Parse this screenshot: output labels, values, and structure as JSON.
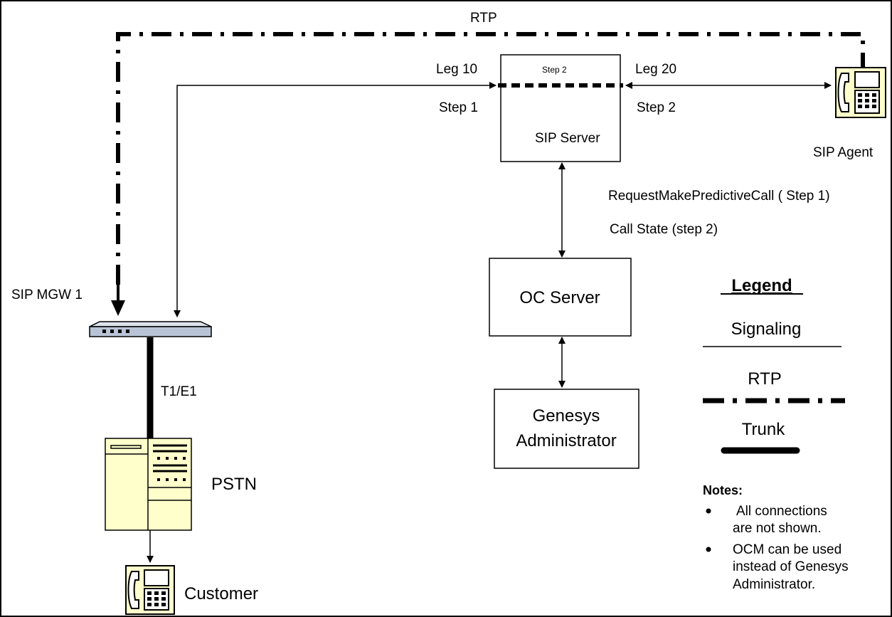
{
  "labels": {
    "rtp_top": "RTP",
    "leg10": "Leg 10",
    "leg20": "Leg 20",
    "step2_inner": "Step 2",
    "step1": "Step 1",
    "step2": "Step 2",
    "sip_server": "SIP Server",
    "sip_agent": "SIP Agent",
    "request_make_predictive_call": "RequestMakePredictiveCall ( Step 1)",
    "call_state": "Call State (step 2)",
    "oc_server": "OC Server",
    "genesys_line1": "Genesys",
    "genesys_line2": "Administrator",
    "sip_mgw": "SIP MGW 1",
    "t1e1": "T1/E1",
    "pstn": "PSTN",
    "customer": "Customer"
  },
  "legend": {
    "title": "Legend",
    "signaling": "Signaling",
    "rtp": "RTP",
    "trunk": "Trunk"
  },
  "notes": {
    "title": "Notes:",
    "item1_line1": "All connections",
    "item1_line2": "are not shown.",
    "item2_line1": "OCM can be used",
    "item2_line2": "instead of Genesys",
    "item2_line3": "Administrator."
  },
  "colors": {
    "device_fill": "#ffffcc",
    "gateway_fill": "#b8c4d6",
    "line": "#000000"
  },
  "icons": [
    "phone-icon",
    "gateway-icon",
    "pstn-switch-icon"
  ]
}
